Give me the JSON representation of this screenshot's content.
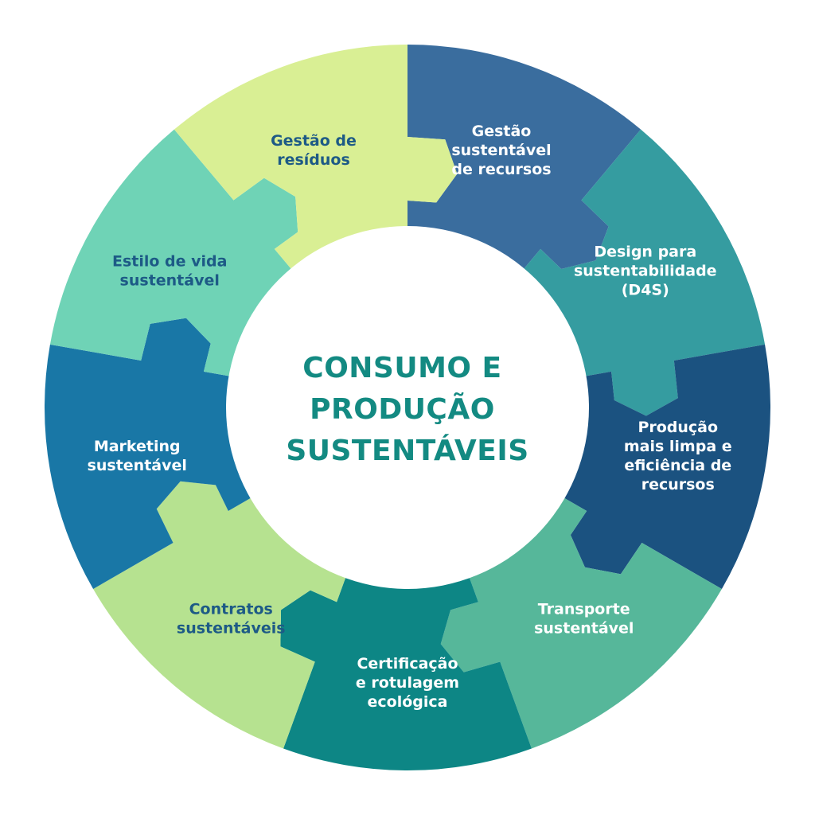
{
  "center": {
    "lines": [
      "CONSUMO E",
      "PRODUÇÃO",
      "SUSTENTÁVEIS"
    ],
    "color": "#138a82"
  },
  "segments": [
    {
      "name": "segment-gestao-sustentavel-de-recursos",
      "lines": [
        "Gestão",
        "sustentável",
        "de recursos"
      ],
      "fill": "#3a6d9e",
      "text_color": "#ffffff"
    },
    {
      "name": "segment-design-para-sustentabilidade",
      "lines": [
        "Design para",
        "sustentabilidade",
        "(D4S)"
      ],
      "fill": "#359ca0",
      "text_color": "#ffffff"
    },
    {
      "name": "segment-producao-mais-limpa",
      "lines": [
        "Produção",
        "mais limpa e",
        "eficiência de",
        "recursos"
      ],
      "fill": "#1b5280",
      "text_color": "#ffffff"
    },
    {
      "name": "segment-transporte-sustentavel",
      "lines": [
        "Transporte",
        "sustentável"
      ],
      "fill": "#56b79a",
      "text_color": "#ffffff"
    },
    {
      "name": "segment-certificacao-e-rotulagem",
      "lines": [
        "Certificação",
        "e rotulagem",
        "ecológica"
      ],
      "fill": "#0d8685",
      "text_color": "#ffffff"
    },
    {
      "name": "segment-contratos-sustentaveis",
      "lines": [
        "Contratos",
        "sustentáveis"
      ],
      "fill": "#b6e290",
      "text_color": "#1d5a86"
    },
    {
      "name": "segment-marketing-sustentavel",
      "lines": [
        "Marketing",
        "sustentável"
      ],
      "fill": "#1977a6",
      "text_color": "#ffffff"
    },
    {
      "name": "segment-estilo-de-vida-sustentavel",
      "lines": [
        "Estilo de vida",
        "sustentável"
      ],
      "fill": "#6fd3b6",
      "text_color": "#1d5a86"
    },
    {
      "name": "segment-gestao-de-residuos",
      "lines": [
        "Gestão de",
        "resíduos"
      ],
      "fill": "#d9ef94",
      "text_color": "#1d5a86"
    }
  ]
}
